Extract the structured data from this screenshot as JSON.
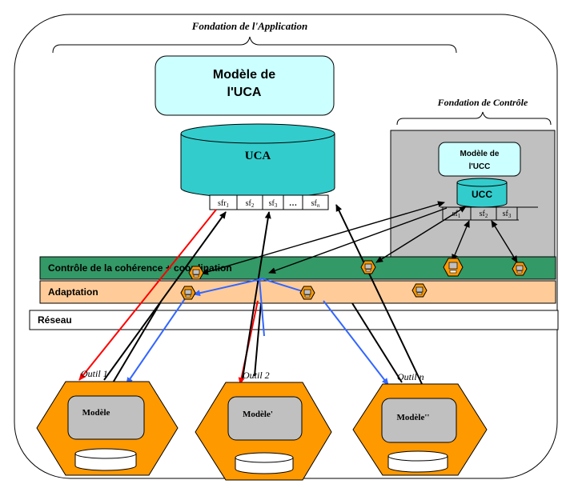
{
  "labels": {
    "fondation_app": "Fondation de l'Application",
    "fondation_ctrl": "Fondation de Contrôle",
    "modele_uca_line1": "Modèle de",
    "modele_uca_line2": "l'UCA",
    "uca": "UCA",
    "modele_ucc_line1": "Modèle de",
    "modele_ucc_line2": "l'UCC",
    "ucc": "UCC",
    "controle": "Contrôle de la cohérence + coordination",
    "adaptation": "Adaptation",
    "reseau": "Réseau"
  },
  "uca_cells": [
    {
      "base": "sfr",
      "sub": "1"
    },
    {
      "base": "sf",
      "sub": "2"
    },
    {
      "base": "sf",
      "sub": "3"
    },
    {
      "base": "…",
      "sub": ""
    },
    {
      "base": "sf",
      "sub": "n"
    }
  ],
  "ucc_cells": [
    {
      "base": "sf",
      "sub": "1"
    },
    {
      "base": "sf",
      "sub": "2"
    },
    {
      "base": "sf",
      "sub": "3"
    }
  ],
  "tools": [
    {
      "name": "Outil 1",
      "model": "Modèle"
    },
    {
      "name": "Outil 2",
      "model": "Modèle'"
    },
    {
      "name": "Outil n",
      "model": "Modèle''"
    }
  ],
  "colors": {
    "cyan_fill": "#ccffff",
    "cylinder": "#33cccc",
    "green_band": "#339966",
    "adapt_band": "#ffcc99",
    "control_bg": "#c0c0c0",
    "orange": "#ff9900",
    "gray_model": "#c0c0c0",
    "red": "#ff0000",
    "blue": "#3366ff"
  }
}
